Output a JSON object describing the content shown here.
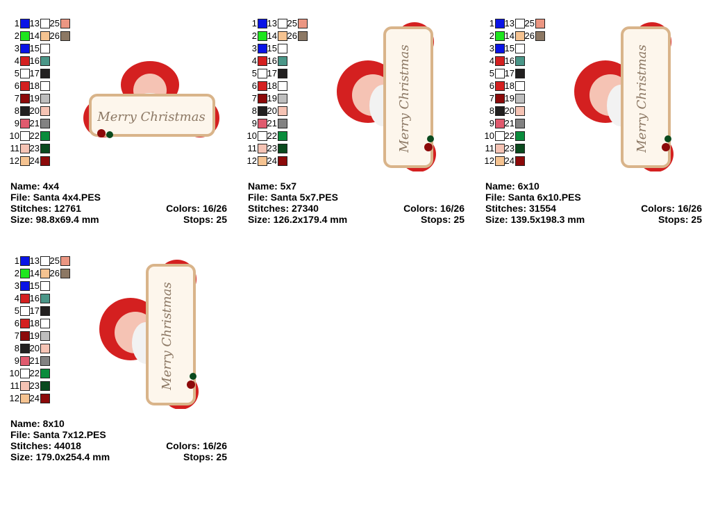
{
  "colors": [
    "#0a14e6",
    "#1ee61e",
    "#0a14e6",
    "#d42020",
    "#ffffff",
    "#d42020",
    "#8c0a0a",
    "#222020",
    "#e05a6e",
    "#ffffff",
    "#f5c3b4",
    "#f5c391",
    "#ffffff",
    "#f5c391",
    "#ffffff",
    "#4a9688",
    "#222020",
    "#ffffff",
    "#bebebe",
    "#f5c3b4",
    "#828282",
    "#0a8c3c",
    "#0a4a1e",
    "#8c0a0a",
    "#eb9682",
    "#8c7864"
  ],
  "designs": [
    {
      "name": "Name: 4x4",
      "file": "File: Santa 4x4.PES",
      "stitches": "Stitches: 12761",
      "colors": "Colors: 16/26",
      "size": "Size: 98.8x69.4 mm",
      "stops": "Stops: 25",
      "art_text": "Merry Christmas",
      "orientation": "landscape"
    },
    {
      "name": "Name: 5x7",
      "file": "File: Santa 5x7.PES",
      "stitches": "Stitches: 27340",
      "colors": "Colors: 16/26",
      "size": "Size: 126.2x179.4 mm",
      "stops": "Stops: 25",
      "art_text": "Merry Christmas",
      "orientation": "portrait"
    },
    {
      "name": "Name: 6x10",
      "file": "File: Santa 6x10.PES",
      "stitches": "Stitches: 31554",
      "colors": "Colors: 16/26",
      "size": "Size: 139.5x198.3 mm",
      "stops": "Stops: 25",
      "art_text": "Merry Christmas",
      "orientation": "portrait"
    },
    {
      "name": "Name: 8x10",
      "file": "File: Santa 7x12.PES",
      "stitches": "Stitches: 44018",
      "colors": "Colors: 16/26",
      "size": "Size: 179.0x254.4 mm",
      "stops": "Stops: 25",
      "art_text": "Merry Christmas",
      "orientation": "portrait"
    }
  ]
}
